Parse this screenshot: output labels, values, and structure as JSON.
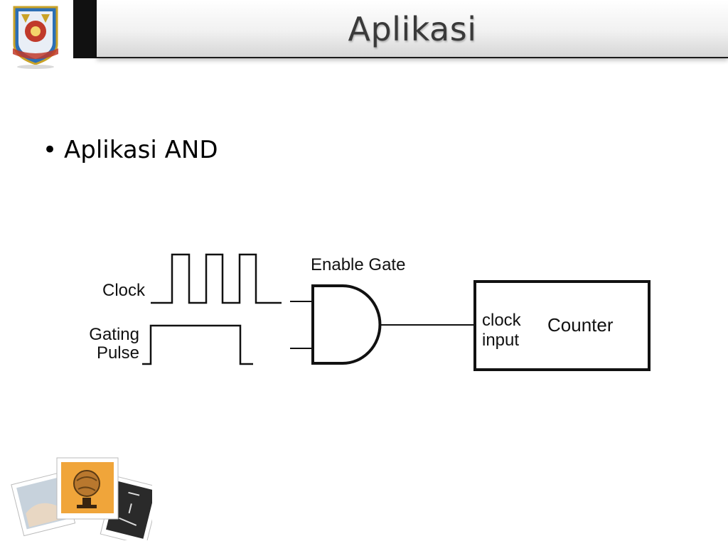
{
  "slide": {
    "title": "Aplikasi",
    "bullets": [
      {
        "marker": "•",
        "text": "Aplikasi AND"
      }
    ]
  },
  "diagram": {
    "labels": {
      "clock": "Clock",
      "gating_line1": "Gating",
      "gating_line2": "Pulse",
      "enable_gate": "Enable Gate",
      "clock_input_line1": "clock",
      "clock_input_line2": "input",
      "counter": "Counter"
    }
  },
  "colors": {
    "title_text": "#3a3a3a",
    "title_bar_edge": "#1a1a1a",
    "accent_block": "#111111",
    "ink": "#111111"
  },
  "icons": [
    "university-logo-icon",
    "decorative-photo-stack-icon"
  ]
}
